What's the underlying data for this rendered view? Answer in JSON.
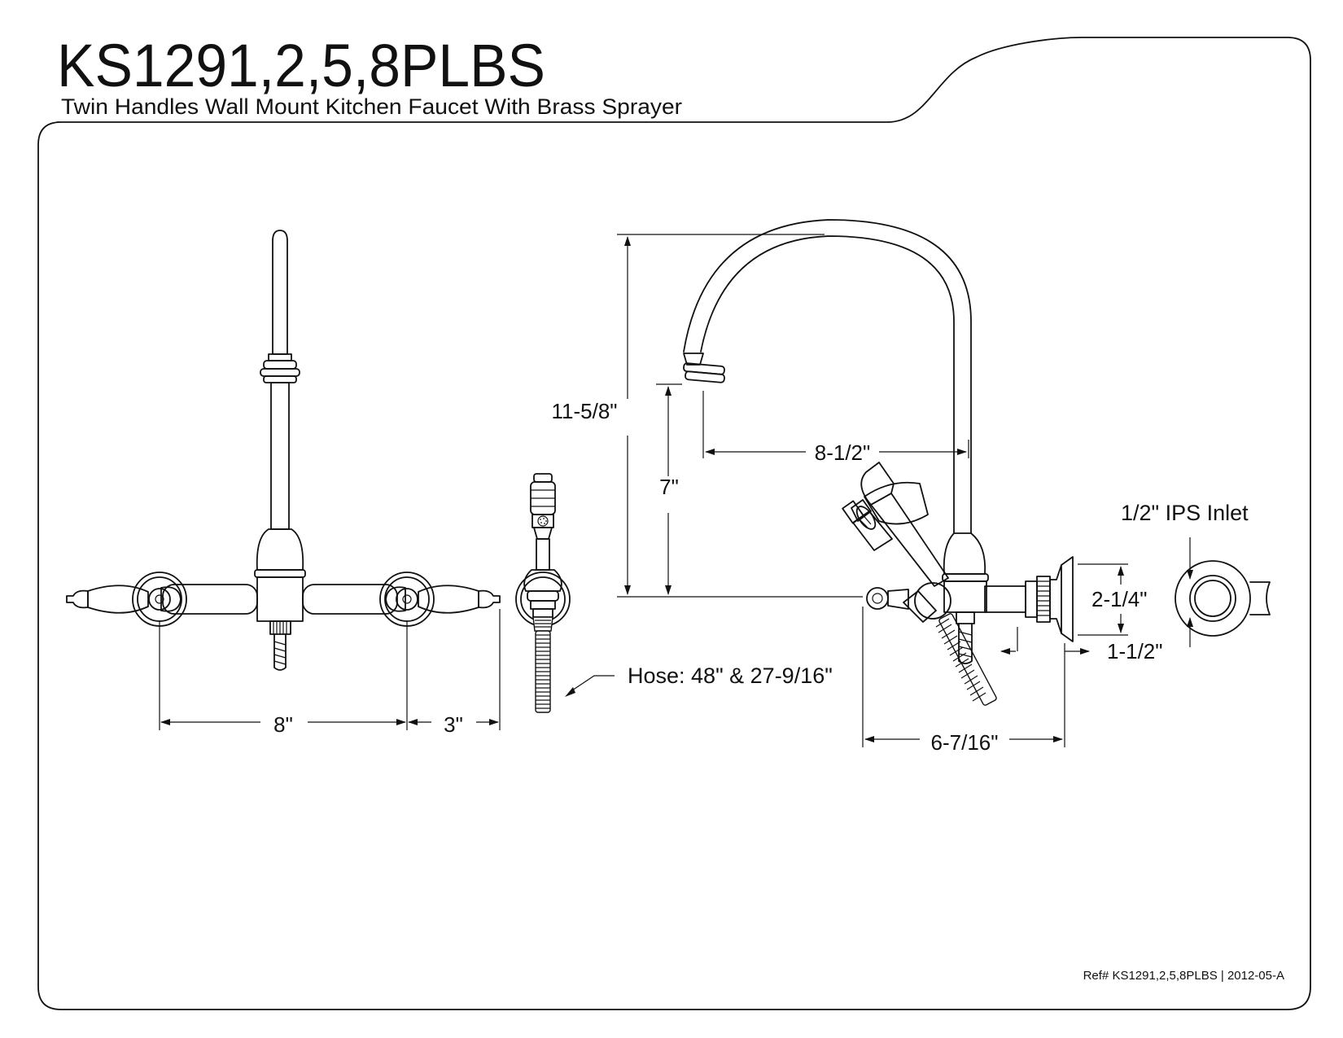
{
  "header": {
    "model": "KS1291,2,5,8PLBS",
    "subtitle": "Twin Handles Wall Mount Kitchen Faucet With Brass Sprayer"
  },
  "dimensions": {
    "centers": "8\"",
    "handle_reach": "3\"",
    "hose": "Hose: 48\" & 27-9/16\"",
    "total_height": "11-5/8\"",
    "spout_height": "7\"",
    "spout_reach": "8-1/2\"",
    "inlet": "1/2\" IPS Inlet",
    "flange_height": "2-1/4\"",
    "flange_depth": "1-1/2\"",
    "projection": "6-7/16\""
  },
  "footer": {
    "ref": "Ref# KS1291,2,5,8PLBS | 2012-05-A"
  }
}
